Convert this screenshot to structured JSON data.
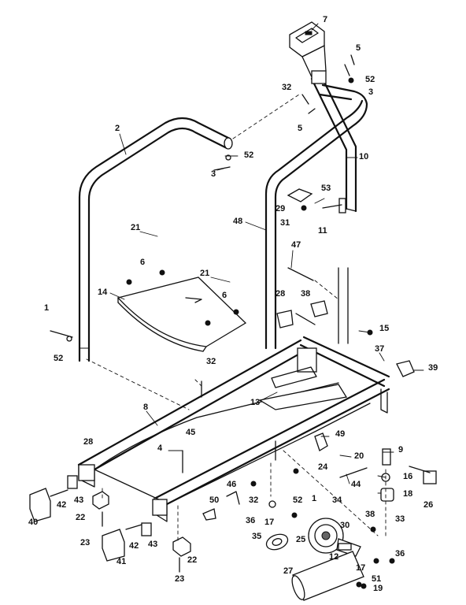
{
  "callouts": {
    "c7": "7",
    "c5a": "5",
    "c52a": "52",
    "c32a": "32",
    "c3a": "3",
    "c5b": "5",
    "c2": "2",
    "c52b": "52",
    "c3b": "3",
    "c10": "10",
    "c53": "53",
    "c29": "29",
    "c31": "31",
    "c11": "11",
    "c48": "48",
    "c21a": "21",
    "c6a": "6",
    "c47": "47",
    "c14": "14",
    "c21b": "21",
    "c6b": "6",
    "c28a": "28",
    "c38": "38",
    "c1a": "1",
    "c52c": "52",
    "c15": "15",
    "c37": "37",
    "c39a": "39",
    "c32b": "32",
    "c13": "13",
    "c8": "8",
    "c45": "45",
    "c49": "49",
    "c9": "9",
    "c4": "4",
    "c20": "20",
    "c24": "24",
    "c44": "44",
    "c16": "16",
    "c18": "18",
    "c26": "26",
    "c28b": "28",
    "c43a": "43",
    "c22a": "22",
    "c40": "40",
    "c23a": "23",
    "c42a": "42",
    "c41": "41",
    "c42b": "42",
    "c43b": "43",
    "c50": "50",
    "c46": "46",
    "c32c": "32",
    "c52d": "52",
    "c1b": "1",
    "c34": "34",
    "c38b": "38",
    "c33": "33",
    "c36a": "36",
    "c17a": "17",
    "c30": "30",
    "c35": "35",
    "c25": "25",
    "c12": "12",
    "c17b": "17",
    "c36b": "36",
    "c27": "27",
    "c51": "51",
    "c19": "19",
    "c22b": "22",
    "c23b": "23"
  }
}
